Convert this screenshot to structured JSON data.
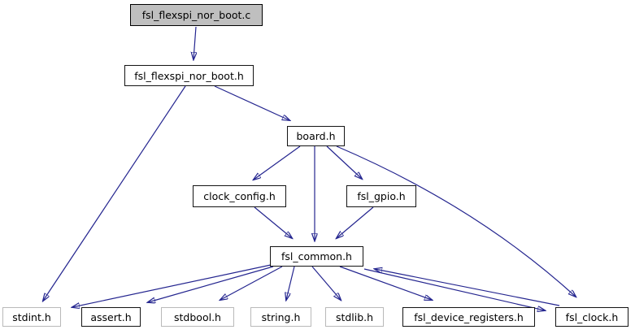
{
  "diagram": {
    "kind": "include-dependency-graph",
    "edge_color": "#191970",
    "root_fill_color": "#bfbfbf",
    "linked_node_border_color": "#000000",
    "plain_node_border_color": "#b9b9b9",
    "nodes": [
      {
        "id": "fsl_flexspi_nor_boot_c",
        "label": "fsl_flexspi_nor_boot.c",
        "style": "root"
      },
      {
        "id": "fsl_flexspi_nor_boot_h",
        "label": "fsl_flexspi_nor_boot.h",
        "style": "linked"
      },
      {
        "id": "board_h",
        "label": "board.h",
        "style": "linked"
      },
      {
        "id": "clock_config_h",
        "label": "clock_config.h",
        "style": "linked"
      },
      {
        "id": "fsl_gpio_h",
        "label": "fsl_gpio.h",
        "style": "linked"
      },
      {
        "id": "fsl_common_h",
        "label": "fsl_common.h",
        "style": "linked"
      },
      {
        "id": "stdint_h",
        "label": "stdint.h",
        "style": "plain"
      },
      {
        "id": "assert_h",
        "label": "assert.h",
        "style": "linked"
      },
      {
        "id": "stdbool_h",
        "label": "stdbool.h",
        "style": "plain"
      },
      {
        "id": "string_h",
        "label": "string.h",
        "style": "plain"
      },
      {
        "id": "stdlib_h",
        "label": "stdlib.h",
        "style": "plain"
      },
      {
        "id": "fsl_device_registers_h",
        "label": "fsl_device_registers.h",
        "style": "linked"
      },
      {
        "id": "fsl_clock_h",
        "label": "fsl_clock.h",
        "style": "linked"
      }
    ],
    "edges": [
      {
        "from": "fsl_flexspi_nor_boot_c",
        "to": "fsl_flexspi_nor_boot_h"
      },
      {
        "from": "fsl_flexspi_nor_boot_h",
        "to": "board_h"
      },
      {
        "from": "fsl_flexspi_nor_boot_h",
        "to": "stdint_h"
      },
      {
        "from": "board_h",
        "to": "clock_config_h"
      },
      {
        "from": "board_h",
        "to": "fsl_common_h"
      },
      {
        "from": "board_h",
        "to": "fsl_gpio_h"
      },
      {
        "from": "board_h",
        "to": "fsl_clock_h"
      },
      {
        "from": "clock_config_h",
        "to": "fsl_common_h"
      },
      {
        "from": "fsl_gpio_h",
        "to": "fsl_common_h"
      },
      {
        "from": "fsl_common_h",
        "to": "stdint_h"
      },
      {
        "from": "fsl_common_h",
        "to": "assert_h"
      },
      {
        "from": "fsl_common_h",
        "to": "stdbool_h"
      },
      {
        "from": "fsl_common_h",
        "to": "string_h"
      },
      {
        "from": "fsl_common_h",
        "to": "stdlib_h"
      },
      {
        "from": "fsl_common_h",
        "to": "fsl_device_registers_h"
      },
      {
        "from": "fsl_common_h",
        "to": "fsl_clock_h"
      },
      {
        "from": "fsl_clock_h",
        "to": "fsl_common_h"
      }
    ]
  }
}
